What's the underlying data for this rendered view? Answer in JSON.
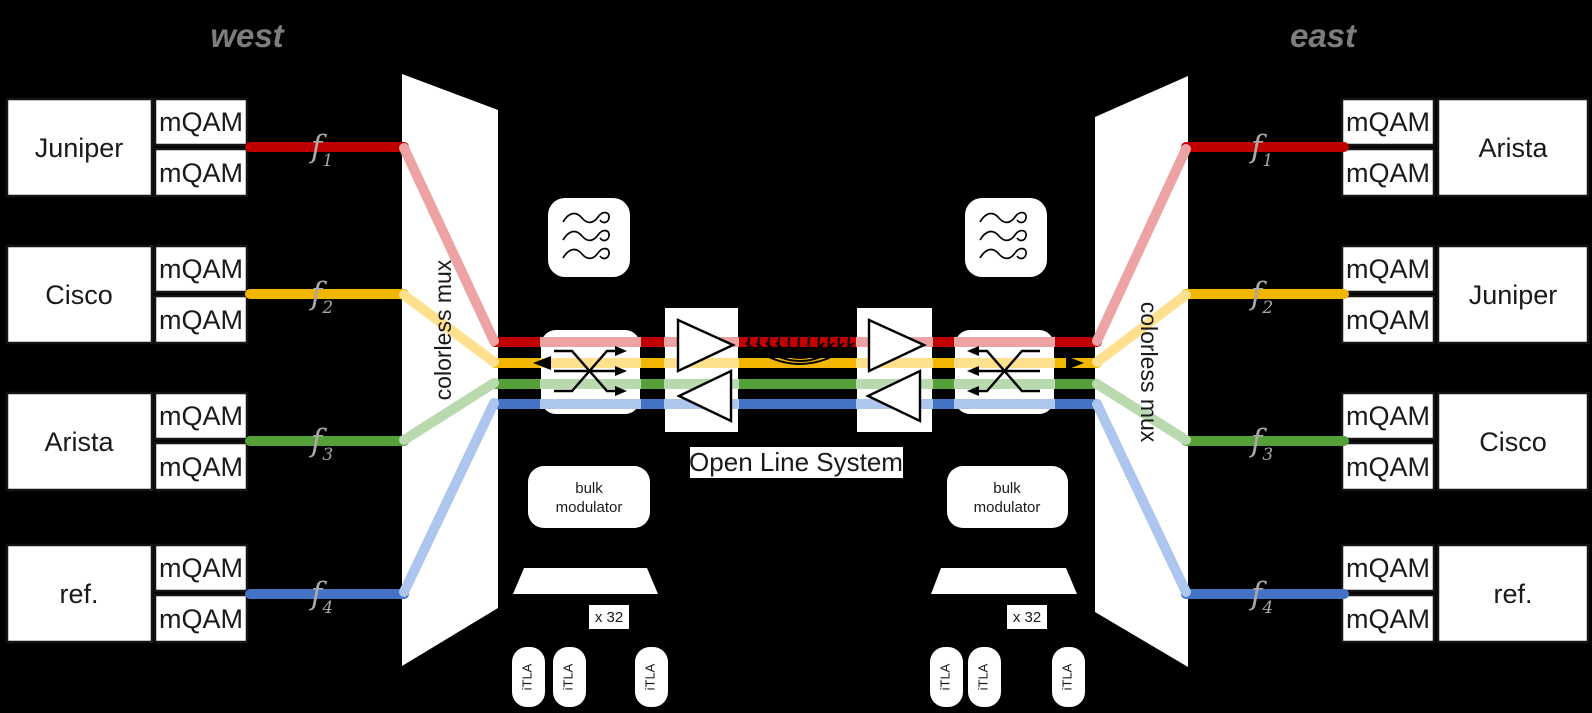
{
  "titles": {
    "west": "west",
    "east": "east"
  },
  "mux": {
    "label": "colorless mux"
  },
  "port_label": "mQAM",
  "west_nodes": [
    {
      "vendor": "Juniper"
    },
    {
      "vendor": "Cisco"
    },
    {
      "vendor": "Arista"
    },
    {
      "vendor": "ref."
    }
  ],
  "east_nodes": [
    {
      "vendor": "Arista"
    },
    {
      "vendor": "Juniper"
    },
    {
      "vendor": "Cisco"
    },
    {
      "vendor": "ref."
    }
  ],
  "channels": [
    {
      "name": "f",
      "sub": "1",
      "dark": "#c00000",
      "light": "#eda3a3"
    },
    {
      "name": "f",
      "sub": "2",
      "dark": "#f2b600",
      "light": "#ffe08e"
    },
    {
      "name": "f",
      "sub": "3",
      "dark": "#55a038",
      "light": "#b9d9ae"
    },
    {
      "name": "f",
      "sub": "4",
      "dark": "#4472c4",
      "light": "#adc6ee"
    }
  ],
  "ols": {
    "label": "Open Line System",
    "bulk_line1": "bulk",
    "bulk_line2": "modulator",
    "multiplier": "x 32",
    "itla": "iTLA"
  },
  "colors": {
    "background": "#000000",
    "box_fill": "#ffffff",
    "box_border": "#141414",
    "title_gray": "#7d7d7d",
    "flabel_gray": "#a8a8a8",
    "text_dark": "#1a1a1a"
  }
}
